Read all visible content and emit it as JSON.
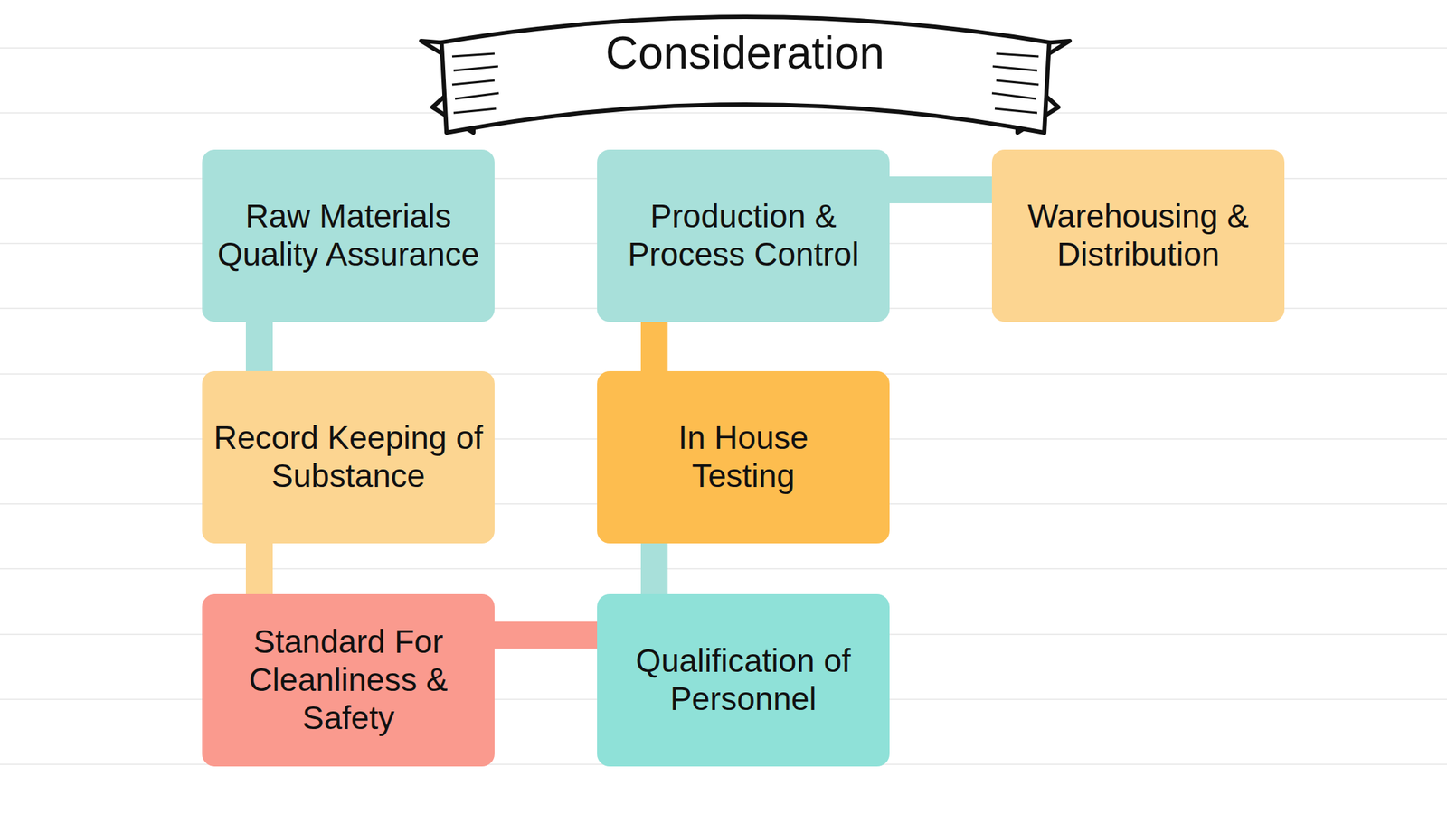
{
  "diagram": {
    "title": "Consideration",
    "nodes": [
      {
        "text": [
          "Raw Materials Quality Assurance"
        ]
      },
      {
        "text": [
          "Production & Process Control"
        ]
      },
      {
        "text": [
          "Warehousing & Distribution"
        ]
      },
      {
        "text": [
          "Record Keeping of Substance"
        ]
      },
      {
        "text": [
          "In House Testing"
        ]
      },
      {
        "text": [
          "Standard For Cleanliness & Safety"
        ]
      },
      {
        "text": [
          "Qualification of Personnel"
        ]
      }
    ],
    "edges": [
      {
        "from": 0,
        "to": 3,
        "arrow": "none"
      },
      {
        "from": 3,
        "to": 5,
        "arrow": "none"
      },
      {
        "from": 5,
        "to": 6,
        "arrow": "none"
      },
      {
        "from": 6,
        "to": 4,
        "arrow": "none"
      },
      {
        "from": 4,
        "to": 1,
        "arrow": "none"
      },
      {
        "from": 1,
        "to": 2,
        "arrow": "none"
      }
    ]
  }
}
